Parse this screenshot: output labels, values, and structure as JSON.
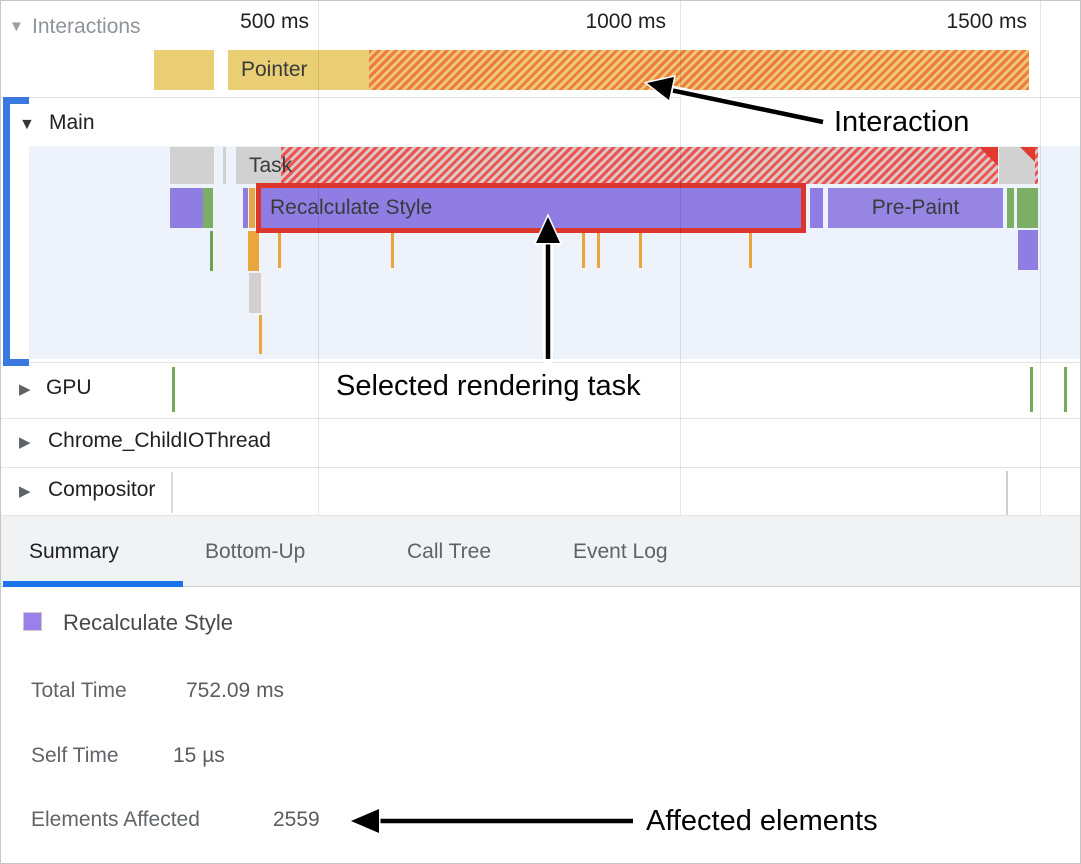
{
  "ruler": {
    "ticks": [
      "500 ms",
      "1000 ms",
      "1500 ms"
    ]
  },
  "icons": {
    "collapse": "▼",
    "expand": "▶"
  },
  "tracks": {
    "interactions": {
      "label": "Interactions",
      "pointer": "Pointer"
    },
    "main": {
      "label": "Main",
      "task": "Task",
      "selected_event": "Recalculate Style",
      "prepaint": "Pre-Paint"
    },
    "gpu": {
      "label": "GPU"
    },
    "childio": {
      "label": "Chrome_ChildIOThread"
    },
    "compositor": {
      "label": "Compositor"
    }
  },
  "tabs": [
    {
      "label": "Summary",
      "selected": true
    },
    {
      "label": "Bottom-Up",
      "selected": false
    },
    {
      "label": "Call Tree",
      "selected": false
    },
    {
      "label": "Event Log",
      "selected": false
    }
  ],
  "summary": {
    "title": "Recalculate Style",
    "rows": [
      {
        "label": "Total Time",
        "value": "752.09 ms"
      },
      {
        "label": "Self Time",
        "value": "15 µs"
      },
      {
        "label": "Elements Affected",
        "value": "2559"
      }
    ]
  },
  "annotations": {
    "interaction": "Interaction",
    "selected_task": "Selected rendering task",
    "affected": "Affected elements"
  },
  "colors": {
    "interaction_yellow": "#e9ce74",
    "interaction_stripe_orange": "#ec7c44",
    "task_gray": "#d1d1d1",
    "long_task_stripe_red": "#ee5350",
    "rendering_purple": "#8f7de3",
    "painting_green": "#7cae65",
    "selection_red": "#dc352c",
    "tick_orange": "#eaa63e",
    "tab_underline_blue": "#1a73e8",
    "main_track_bg": "#eef2fb",
    "bracket_blue": "#3b78e0"
  }
}
